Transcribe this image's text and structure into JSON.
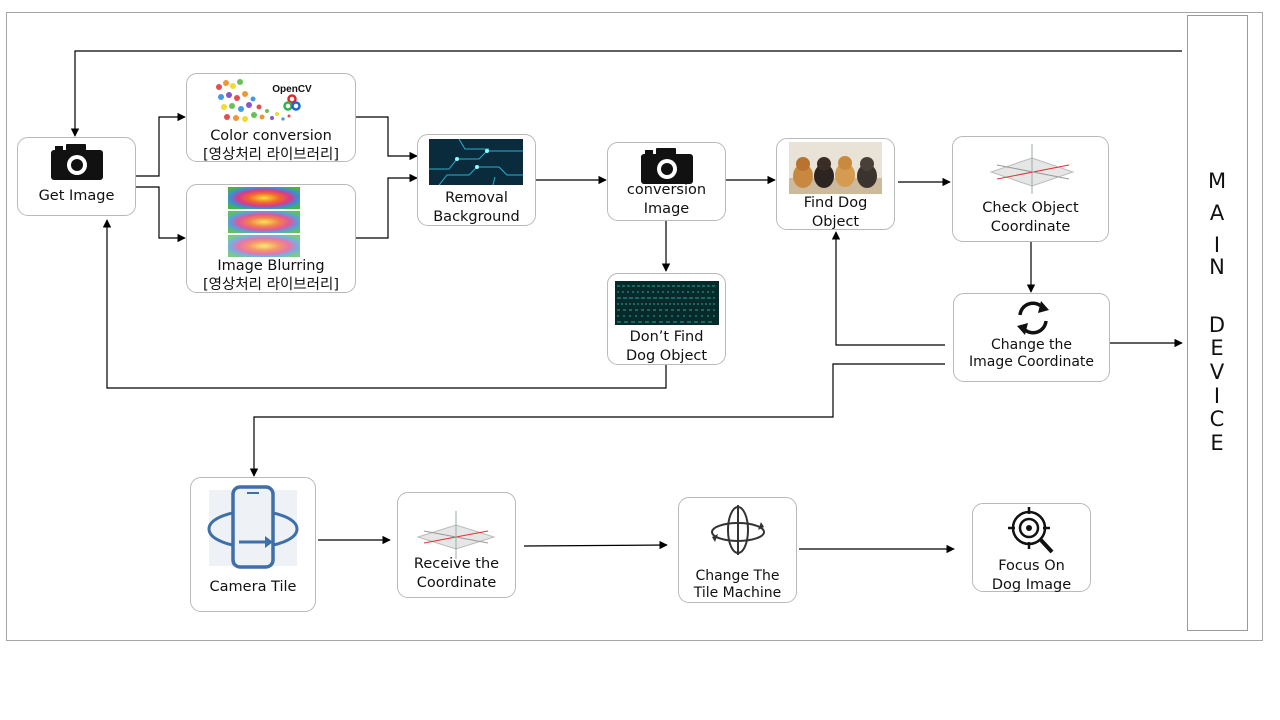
{
  "main_device": {
    "letters": [
      "M",
      "A",
      "I",
      "N",
      "D",
      "E",
      "V",
      "I",
      "C",
      "E"
    ]
  },
  "nodes": {
    "get_image": {
      "label": "Get Image"
    },
    "color_conversion": {
      "line1": "Color conversion",
      "line2": "[영상처리 라이브러리]",
      "logo_text": "OpenCV"
    },
    "image_blurring": {
      "line1": "Image Blurring",
      "line2": "[영상처리 라이브러리]"
    },
    "removal_background": {
      "line1": "Removal",
      "line2": "Background"
    },
    "conversion_image": {
      "line1": "conversion",
      "line2": "Image"
    },
    "dont_find": {
      "line1": "Don’t Find",
      "line2": "Dog Object"
    },
    "find_dog": {
      "line1": "Find Dog",
      "line2": "Object"
    },
    "check_coordinate": {
      "line1": "Check Object",
      "line2": "Coordinate"
    },
    "change_image_coordinate": {
      "line1": "Change the",
      "line2": "Image Coordinate"
    },
    "camera_tile": {
      "label": "Camera Tile"
    },
    "receive_coordinate": {
      "line1": "Receive the",
      "line2": "Coordinate"
    },
    "change_tile_machine": {
      "line1": "Change The",
      "line2": "Tile Machine"
    },
    "focus_dog": {
      "line1": "Focus On",
      "line2": "Dog Image"
    }
  },
  "colors": {
    "border": "#b9b9b9",
    "arrow": "#000000",
    "accent_blue": "#3d6fa8"
  }
}
